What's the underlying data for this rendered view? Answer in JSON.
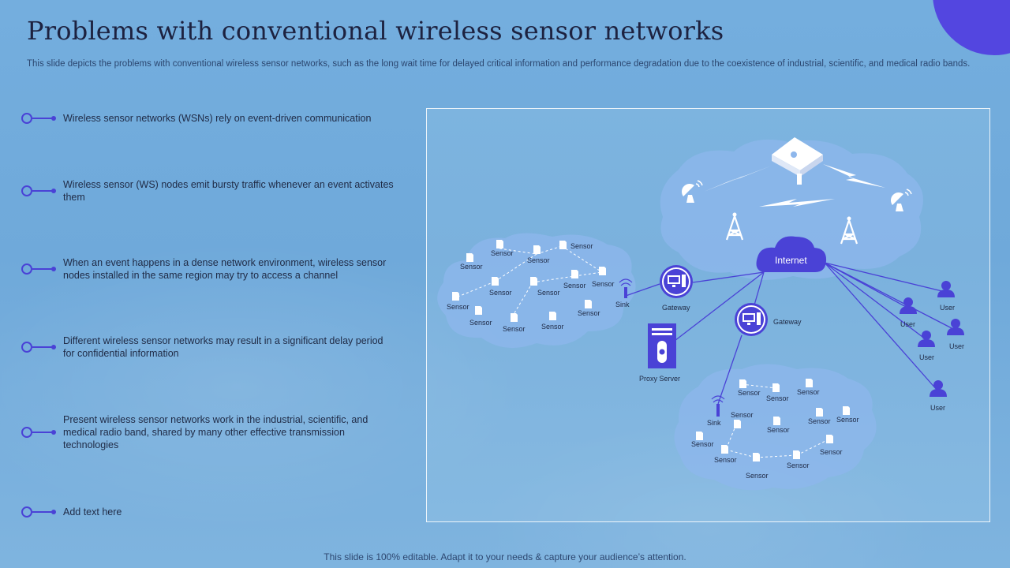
{
  "title": "Problems with conventional wireless sensor networks",
  "subtitle": "This slide depicts the problems with conventional wireless sensor networks, such as the long wait time for delayed critical information and performance degradation due to the coexistence of industrial, scientific, and medical radio bands.",
  "bullets": [
    "Wireless sensor networks (WSNs) rely on event-driven  communication",
    "Wireless sensor (WS) nodes emit bursty traffic whenever  an event activates them",
    "When an event  happens in a dense network environment,  wireless sensor nodes installed in the same region may try to access a channel",
    "Different  wireless sensor networks may result in a significant delay period for confidential information",
    "Present wireless sensor networks work in the industrial, scientific, and medical radio band, shared by many other effective  transmission technologies",
    "Add text here"
  ],
  "diagram": {
    "internet_label": "Internet",
    "gateway_label": "Gateway",
    "proxy_label": "Proxy Server",
    "sink_label": "Sink",
    "sensor_label": "Sensor",
    "user_label": "User",
    "accent_color": "#4a42d6"
  },
  "footer": "This slide is 100% editable. Adapt it to your needs & capture your audience’s attention."
}
